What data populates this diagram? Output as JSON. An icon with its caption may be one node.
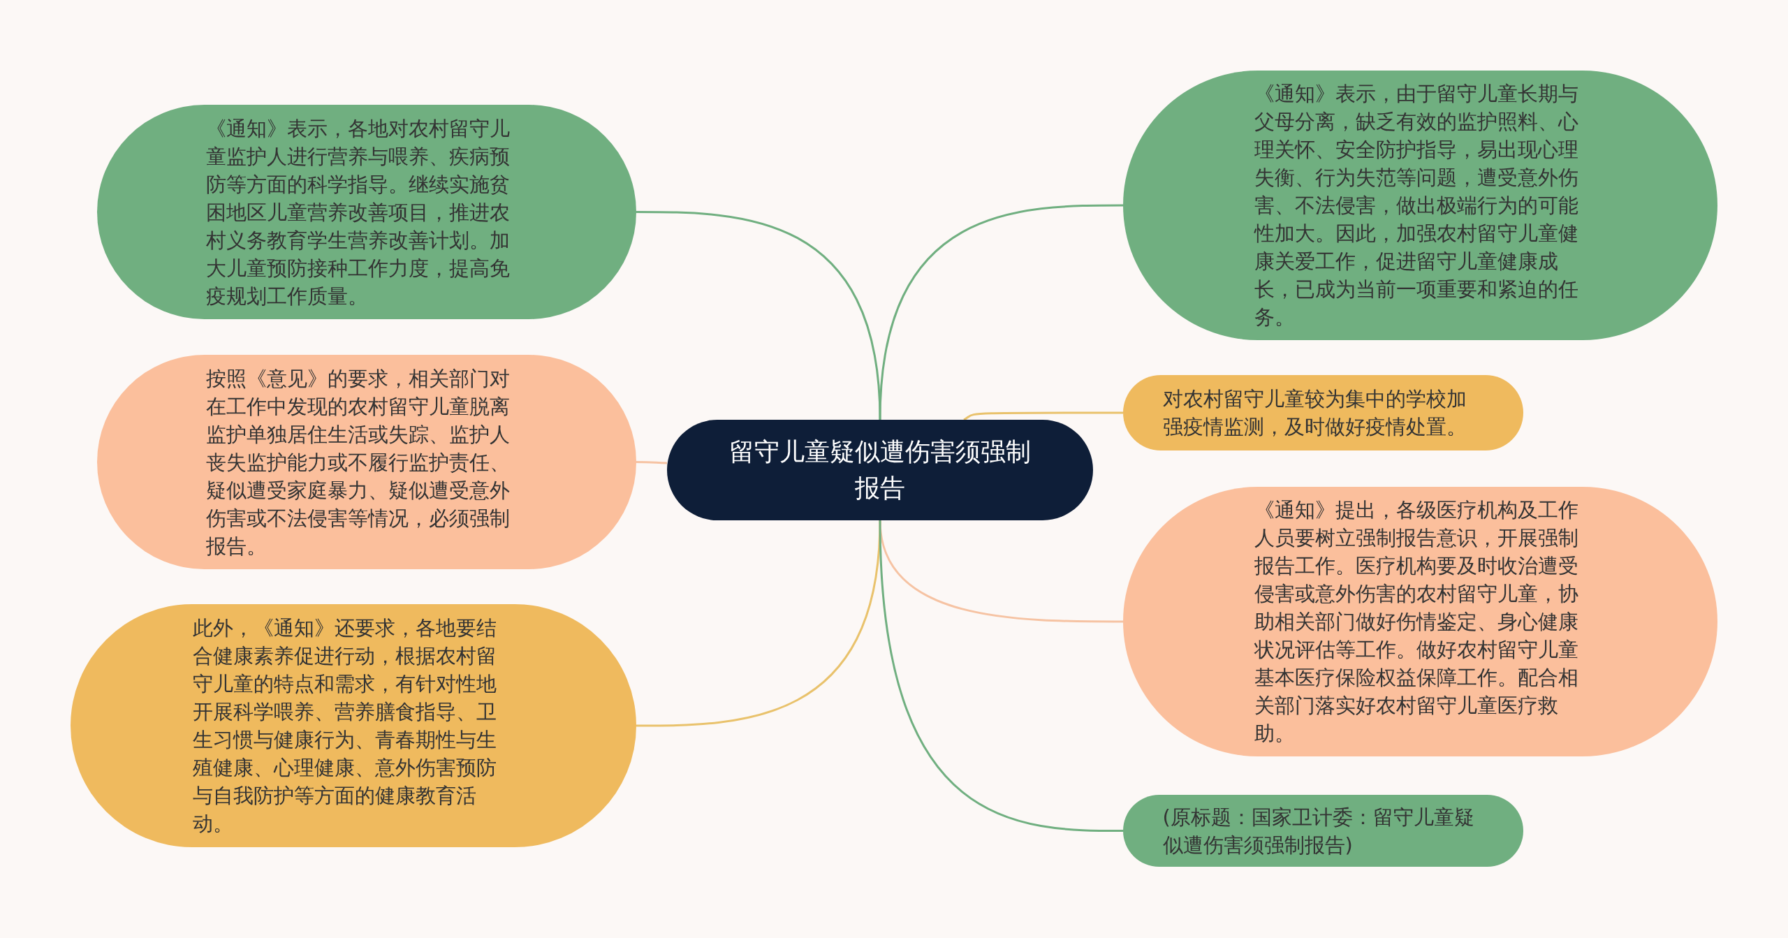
{
  "diagram": {
    "nodes": [
      {
        "text": [
          "留守儿童疑似遭伤害须强制报告"
        ]
      },
      {
        "text": [
          "《通知》表示，各地对农村留守儿童监护人进行营养与喂养、疾病预防等方面的科学指导。继续实施贫困地区儿童营养改善项目，推进农村义务教育学生营养改善计划。加大儿童预防接种工作力度，提高免疫规划工作质量。"
        ]
      },
      {
        "text": [
          "按照《意见》的要求，相关部门对在工作中发现的农村留守儿童脱离监护单独居住生活或失踪、监护人丧失监护能力或不履行监护责任、疑似遭受家庭暴力、疑似遭受意外伤害或不法侵害等情况，必须强制报告。"
        ]
      },
      {
        "text": [
          "此外，《通知》还要求，各地要结合健康素养促进行动，根据农村留守儿童的特点和需求，有针对性地开展科学喂养、营养膳食指导、卫生习惯与健康行为、青春期性与生殖健康、心理健康、意外伤害预防与自我防护等方面的健康教育活动。"
        ]
      },
      {
        "text": [
          "《通知》表示，由于留守儿童长期与父母分离，缺乏有效的监护照料、心理关怀、安全防护指导，易出现心理失衡、行为失范等问题，遭受意外伤害、不法侵害，做出极端行为的可能性加大。因此，加强农村留守儿童健康关爱工作，促进留守儿童健康成长，已成为当前一项重要和紧迫的任务。"
        ]
      },
      {
        "text": [
          "对农村留守儿童较为集中的学校加强疫情监测，及时做好疫情处置。"
        ]
      },
      {
        "text": [
          "《通知》提出，各级医疗机构及工作人员要树立强制报告意识，开展强制报告工作。医疗机构要及时收治遭受侵害或意外伤害的农村留守儿童，协助相关部门做好伤情鉴定、身心健康状况评估等工作。做好农村留守儿童基本医疗保险权益保障工作。配合相关部门落实好农村留守儿童医疗救助。"
        ]
      },
      {
        "text": [
          "(原标题：国家卫计委：留守儿童疑似遭伤害须强制报告)"
        ]
      }
    ],
    "edges": [
      {
        "from": 0,
        "to": 1,
        "arrow": "none"
      },
      {
        "from": 0,
        "to": 2,
        "arrow": "none",
        "color": "#f6c3a3"
      },
      {
        "from": 0,
        "to": 3,
        "arrow": "none",
        "color": "#e9c26c"
      },
      {
        "from": 0,
        "to": 4,
        "arrow": "none"
      },
      {
        "from": 0,
        "to": 5,
        "arrow": "none",
        "color": "#e9c26c"
      },
      {
        "from": 0,
        "to": 6,
        "arrow": "none",
        "color": "#f6c3a3"
      },
      {
        "from": 0,
        "to": 7,
        "arrow": "none"
      }
    ]
  }
}
